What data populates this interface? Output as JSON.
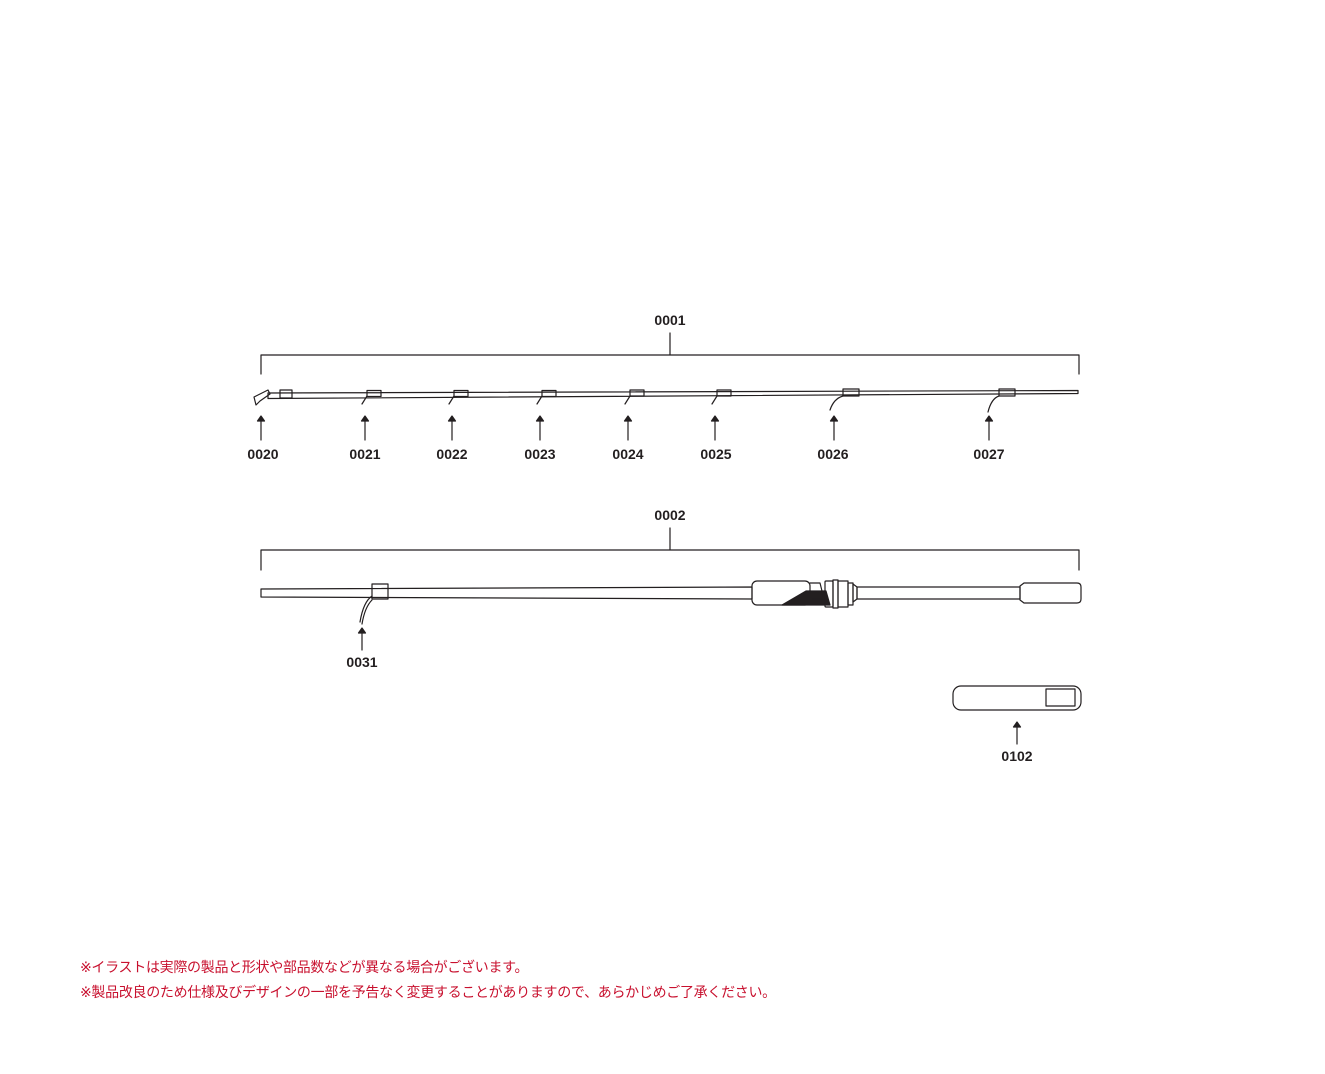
{
  "assemblies": [
    {
      "id": "0001",
      "parts": [
        "0020",
        "0021",
        "0022",
        "0023",
        "0024",
        "0025",
        "0026",
        "0027"
      ]
    },
    {
      "id": "0002",
      "parts": [
        "0031"
      ]
    }
  ],
  "accessory": {
    "id": "0102"
  },
  "notes": [
    "※イラストは実際の製品と形状や部品数などが異なる場合がございます。",
    "※製品改良のため仕様及びデザインの一部を予告なく変更することがありますので、あらかじめご了承ください。"
  ],
  "colors": {
    "line": "#231f20",
    "note_text": "#c8102e"
  }
}
